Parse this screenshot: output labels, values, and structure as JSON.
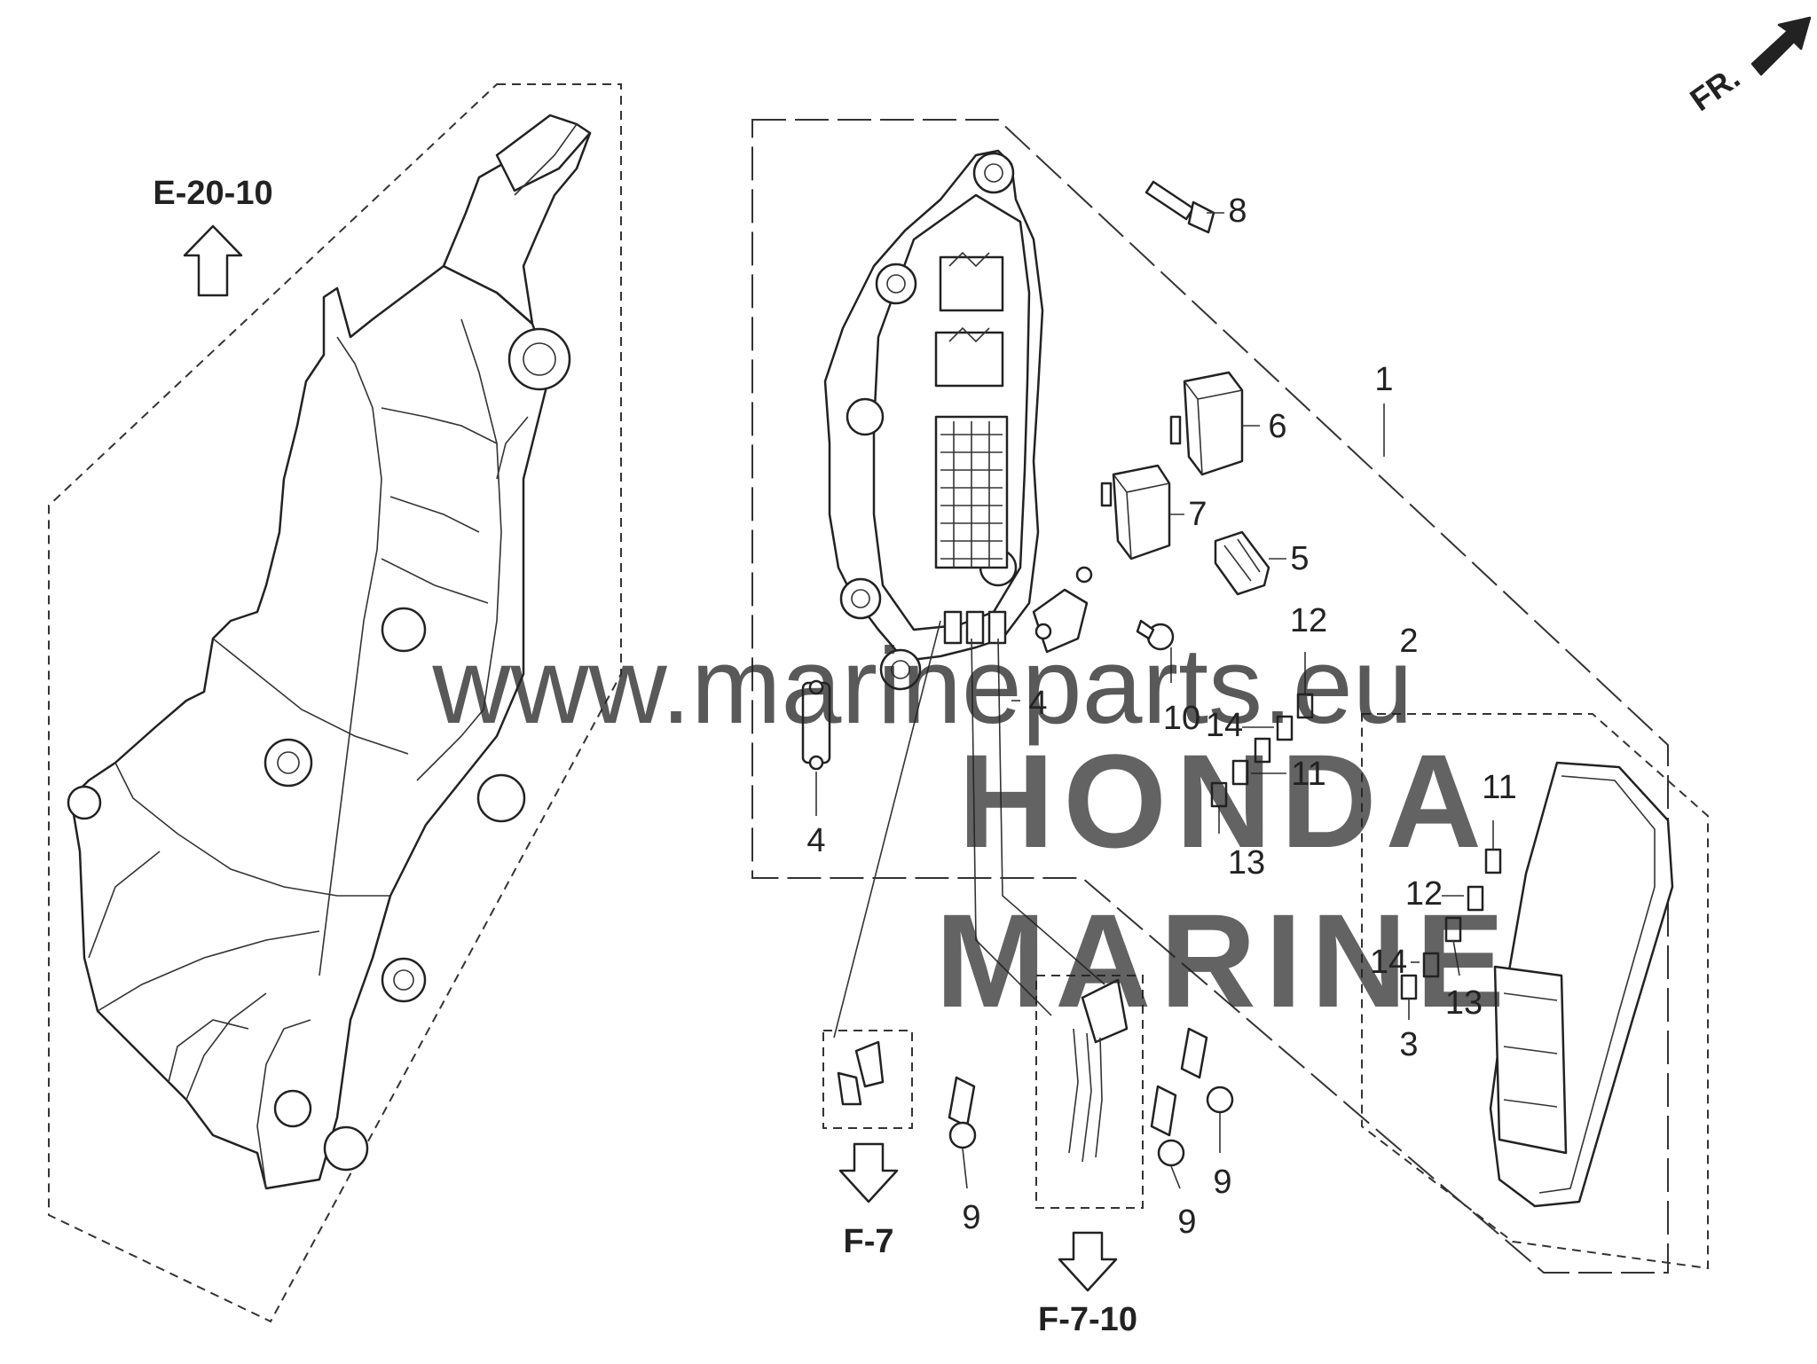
{
  "watermark": {
    "site": "www.marineparts.eu",
    "brand": "HONDA",
    "brand_line2": "MARINE"
  },
  "orientation": {
    "label": "FR.",
    "icon": "forward-arrow-icon"
  },
  "references": [
    {
      "id": "ref-e-20-10",
      "label": "E-20-10",
      "arrow": "up-arrow-icon"
    },
    {
      "id": "ref-f-7",
      "label": "F-7",
      "arrow": "down-arrow-icon"
    },
    {
      "id": "ref-f-7-10",
      "label": "F-7-10",
      "arrow": "down-arrow-icon"
    }
  ],
  "callouts": [
    {
      "id": "c-1",
      "label": "1"
    },
    {
      "id": "c-2",
      "label": "2"
    },
    {
      "id": "c-3",
      "label": "3"
    },
    {
      "id": "c-4a",
      "label": "4"
    },
    {
      "id": "c-4b",
      "label": "4"
    },
    {
      "id": "c-5",
      "label": "5"
    },
    {
      "id": "c-6",
      "label": "6"
    },
    {
      "id": "c-7",
      "label": "7"
    },
    {
      "id": "c-8",
      "label": "8"
    },
    {
      "id": "c-9a",
      "label": "9"
    },
    {
      "id": "c-9b",
      "label": "9"
    },
    {
      "id": "c-9c",
      "label": "9"
    },
    {
      "id": "c-10",
      "label": "10"
    },
    {
      "id": "c-11a",
      "label": "11"
    },
    {
      "id": "c-11b",
      "label": "11"
    },
    {
      "id": "c-12a",
      "label": "12"
    },
    {
      "id": "c-12b",
      "label": "12"
    },
    {
      "id": "c-13a",
      "label": "13"
    },
    {
      "id": "c-13b",
      "label": "13"
    },
    {
      "id": "c-14a",
      "label": "14"
    },
    {
      "id": "c-14b",
      "label": "14"
    }
  ]
}
